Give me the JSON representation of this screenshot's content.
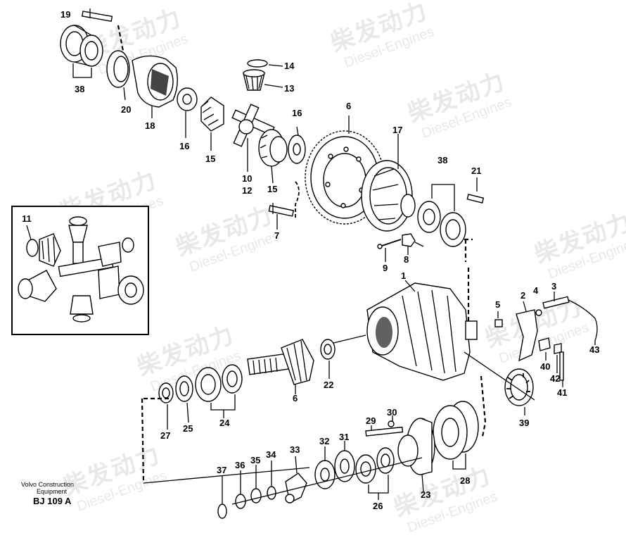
{
  "watermark": {
    "cn": "柴发动力",
    "en": "Diesel-Engines"
  },
  "notes": {
    "line1": "Volvo Construction",
    "line2": "Equipment"
  },
  "reference": "BJ 109 A",
  "part_labels": [
    {
      "id": "19",
      "text": "19"
    },
    {
      "id": "38a",
      "text": "38"
    },
    {
      "id": "20",
      "text": "20"
    },
    {
      "id": "18",
      "text": "18"
    },
    {
      "id": "16a",
      "text": "16"
    },
    {
      "id": "15a",
      "text": "15"
    },
    {
      "id": "14",
      "text": "14"
    },
    {
      "id": "13",
      "text": "13"
    },
    {
      "id": "10",
      "text": "10"
    },
    {
      "id": "12",
      "text": "12"
    },
    {
      "id": "15b",
      "text": "15"
    },
    {
      "id": "16b",
      "text": "16"
    },
    {
      "id": "6a",
      "text": "6"
    },
    {
      "id": "17",
      "text": "17"
    },
    {
      "id": "38b",
      "text": "38"
    },
    {
      "id": "21",
      "text": "21"
    },
    {
      "id": "7",
      "text": "7"
    },
    {
      "id": "9",
      "text": "9"
    },
    {
      "id": "8",
      "text": "8"
    },
    {
      "id": "11",
      "text": "11"
    },
    {
      "id": "1",
      "text": "1"
    },
    {
      "id": "5",
      "text": "5"
    },
    {
      "id": "2",
      "text": "2"
    },
    {
      "id": "4",
      "text": "4"
    },
    {
      "id": "3",
      "text": "3"
    },
    {
      "id": "43",
      "text": "43"
    },
    {
      "id": "40",
      "text": "40"
    },
    {
      "id": "42",
      "text": "42"
    },
    {
      "id": "41",
      "text": "41"
    },
    {
      "id": "39",
      "text": "39"
    },
    {
      "id": "22",
      "text": "22"
    },
    {
      "id": "6b",
      "text": "6"
    },
    {
      "id": "27",
      "text": "27"
    },
    {
      "id": "25",
      "text": "25"
    },
    {
      "id": "24",
      "text": "24"
    },
    {
      "id": "30",
      "text": "30"
    },
    {
      "id": "29",
      "text": "29"
    },
    {
      "id": "31",
      "text": "31"
    },
    {
      "id": "32",
      "text": "32"
    },
    {
      "id": "33",
      "text": "33"
    },
    {
      "id": "34",
      "text": "34"
    },
    {
      "id": "35",
      "text": "35"
    },
    {
      "id": "36",
      "text": "36"
    },
    {
      "id": "37",
      "text": "37"
    },
    {
      "id": "23",
      "text": "23"
    },
    {
      "id": "28",
      "text": "28"
    },
    {
      "id": "26",
      "text": "26"
    }
  ]
}
